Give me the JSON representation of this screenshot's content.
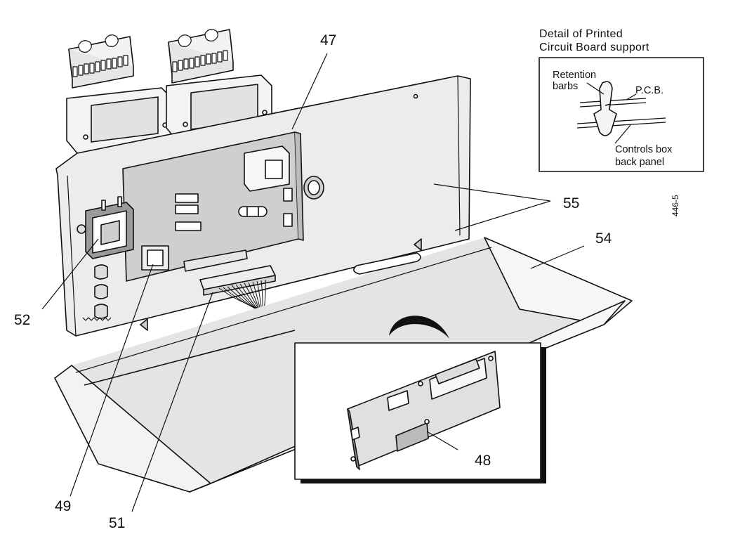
{
  "detail": {
    "title_line1": "Detail of Printed",
    "title_line2": "Circuit Board support",
    "retention_line1": "Retention",
    "retention_line2": "barbs",
    "pcb": "P.C.B.",
    "panel_line1": "Controls box",
    "panel_line2": "back panel"
  },
  "figure_id": "446-5",
  "callouts": {
    "c47": "47",
    "c48": "48",
    "c49": "49",
    "c51": "51",
    "c52": "52",
    "c54": "54",
    "c55": "55"
  },
  "colors": {
    "line": "#111111",
    "panel_fill": "#ececec",
    "board_fill": "#cfcfcf",
    "shade_fill": "#dcdcdc",
    "highlight": "#ffffff"
  }
}
